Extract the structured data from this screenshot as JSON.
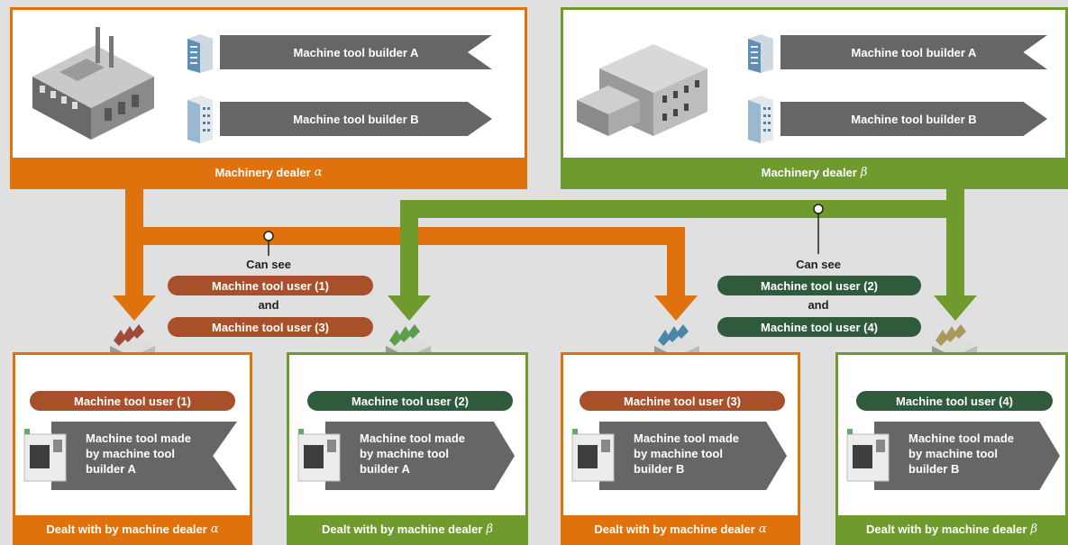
{
  "dealers": [
    {
      "label": "Machinery dealer",
      "greek": "α",
      "builder_a": "Machine tool builder A",
      "builder_b": "Machine tool builder B"
    },
    {
      "label": "Machinery dealer",
      "greek": "β",
      "builder_a": "Machine tool builder A",
      "builder_b": "Machine tool builder B"
    }
  ],
  "visibility": [
    {
      "can_see": "Can see",
      "user_first": "Machine tool user (1)",
      "and": "and",
      "user_second": "Machine tool user (3)"
    },
    {
      "can_see": "Can see",
      "user_first": "Machine tool user (2)",
      "and": "and",
      "user_second": "Machine tool user (4)"
    }
  ],
  "users": [
    {
      "name": "Machine tool user (1)",
      "machine_line1": "Machine tool made",
      "machine_line2": "by machine tool",
      "machine_line3": "builder A",
      "dealt": "Dealt with by machine dealer",
      "greek": "α"
    },
    {
      "name": "Machine tool user (2)",
      "machine_line1": "Machine tool made",
      "machine_line2": "by machine tool",
      "machine_line3": "builder A",
      "dealt": "Dealt with by machine dealer",
      "greek": "β"
    },
    {
      "name": "Machine tool user (3)",
      "machine_line1": "Machine tool made",
      "machine_line2": "by machine tool",
      "machine_line3": "builder B",
      "dealt": "Dealt with by machine dealer",
      "greek": "α"
    },
    {
      "name": "Machine tool user (4)",
      "machine_line1": "Machine tool made",
      "machine_line2": "by machine tool",
      "machine_line3": "builder B",
      "dealt": "Dealt with by machine dealer",
      "greek": "β"
    }
  ],
  "colors": {
    "alpha_orange": "#e0720e",
    "beta_green": "#6f9a2e",
    "pill_brown": "#a8502a",
    "pill_darkgreen": "#2f5a3c",
    "ribbon_gray": "#666666",
    "background": "#e0e0e0"
  },
  "icons": [
    "factory-icon",
    "office-building-icon",
    "small-factory-icon",
    "cnc-machine-icon"
  ]
}
